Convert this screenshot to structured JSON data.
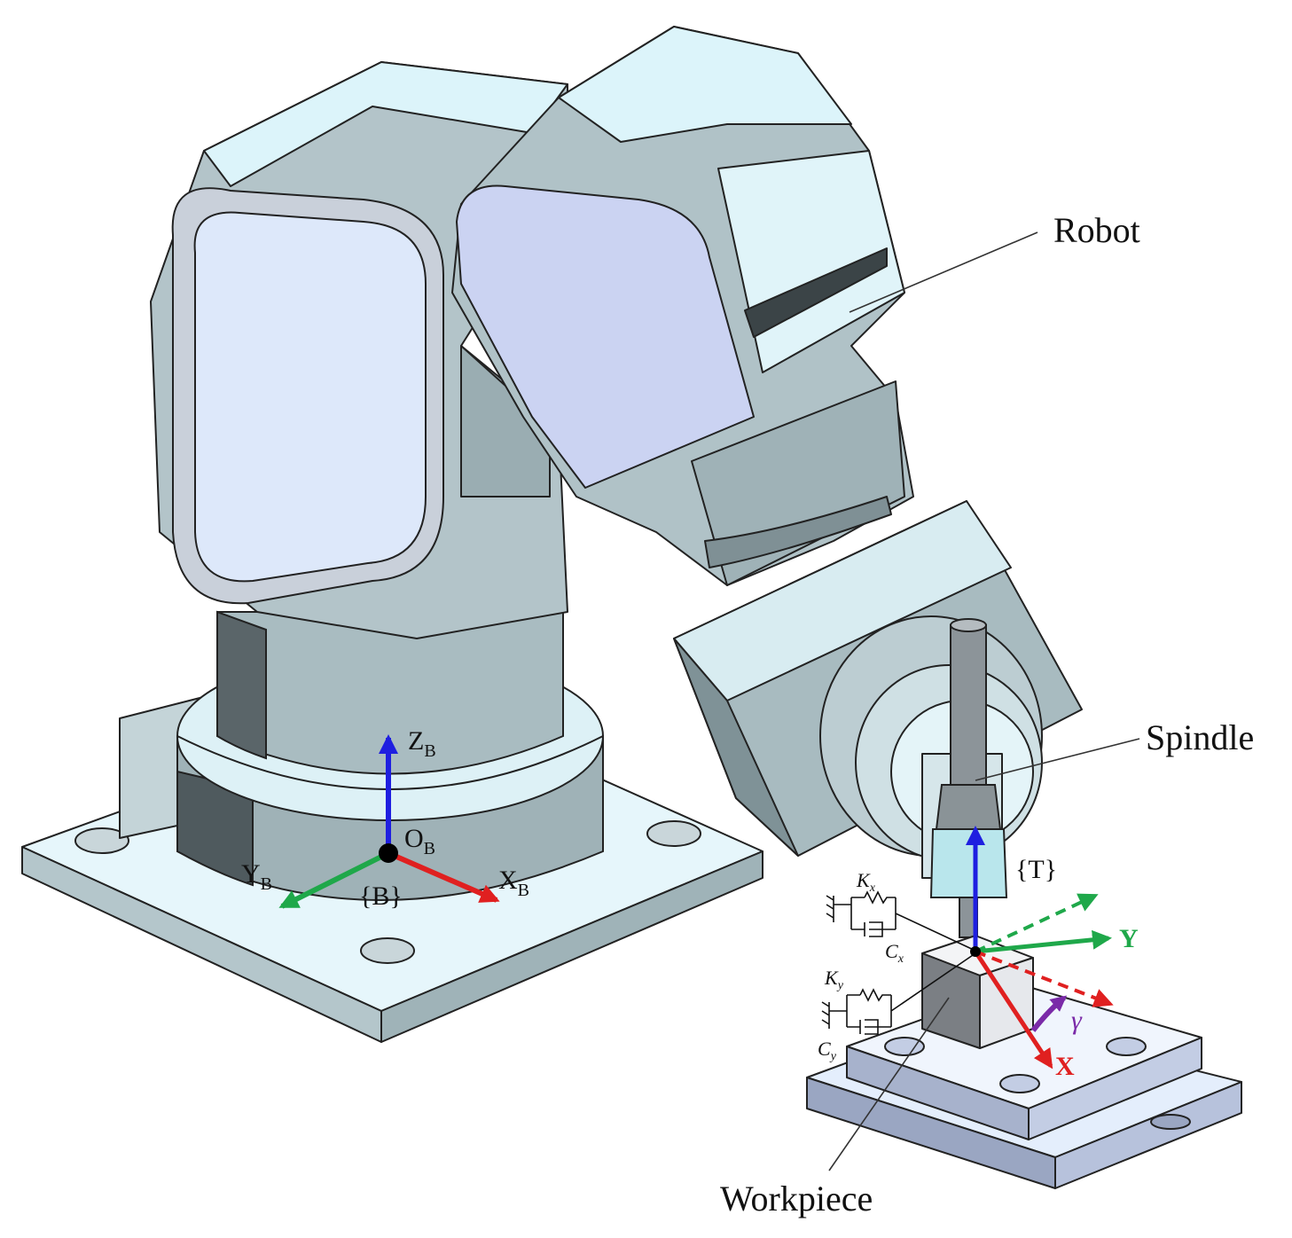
{
  "labels": {
    "robot": "Robot",
    "spindle": "Spindle",
    "workpiece": "Workpiece"
  },
  "base_frame": {
    "origin_main": "O",
    "origin_sub": "B",
    "z_main": "Z",
    "z_sub": "B",
    "x_main": "X",
    "x_sub": "B",
    "y_main": "Y",
    "y_sub": "B",
    "frame_name": "{B}"
  },
  "tool_frame": {
    "frame_name": "{T}",
    "x": "X",
    "y": "Y",
    "angle": "γ"
  },
  "stiffness": {
    "kx_main": "K",
    "kx_sub": "x",
    "cx_main": "C",
    "cx_sub": "x",
    "ky_main": "K",
    "ky_sub": "y",
    "cy_main": "C",
    "cy_sub": "y"
  },
  "colors": {
    "z_axis": "#1f1fe0",
    "x_axis": "#e02020",
    "y_axis": "#1fa84a",
    "angle": "#7a2aa8",
    "robot_body": "#aabfc4",
    "robot_light": "#dcf4fa",
    "robot_panel": "#cbd3f2"
  }
}
